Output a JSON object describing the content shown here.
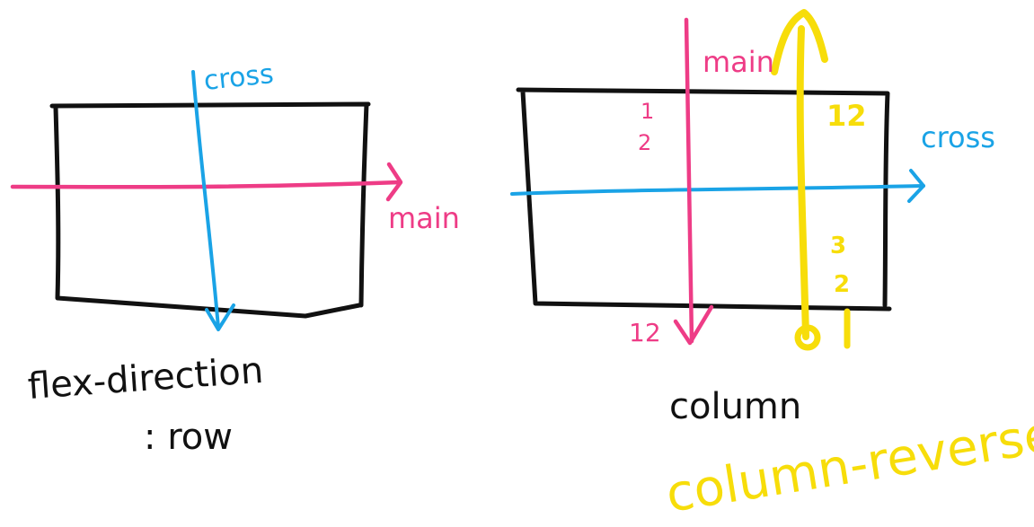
{
  "colors": {
    "ink": "#111111",
    "pink": "#ee3c86",
    "blue": "#1aa3e6",
    "yellow": "#f7dd0a"
  },
  "left_diagram": {
    "cross_label": "cross",
    "main_label": "main",
    "caption_line1": "flex-direction",
    "caption_line2": ": row"
  },
  "right_diagram": {
    "main_label": "main",
    "cross_label": "cross",
    "caption": "column",
    "reverse_caption": "column-reverse",
    "pink_numbers": [
      "1",
      "2",
      "12"
    ],
    "yellow_numbers": [
      "12",
      "3",
      "2",
      "1"
    ]
  }
}
